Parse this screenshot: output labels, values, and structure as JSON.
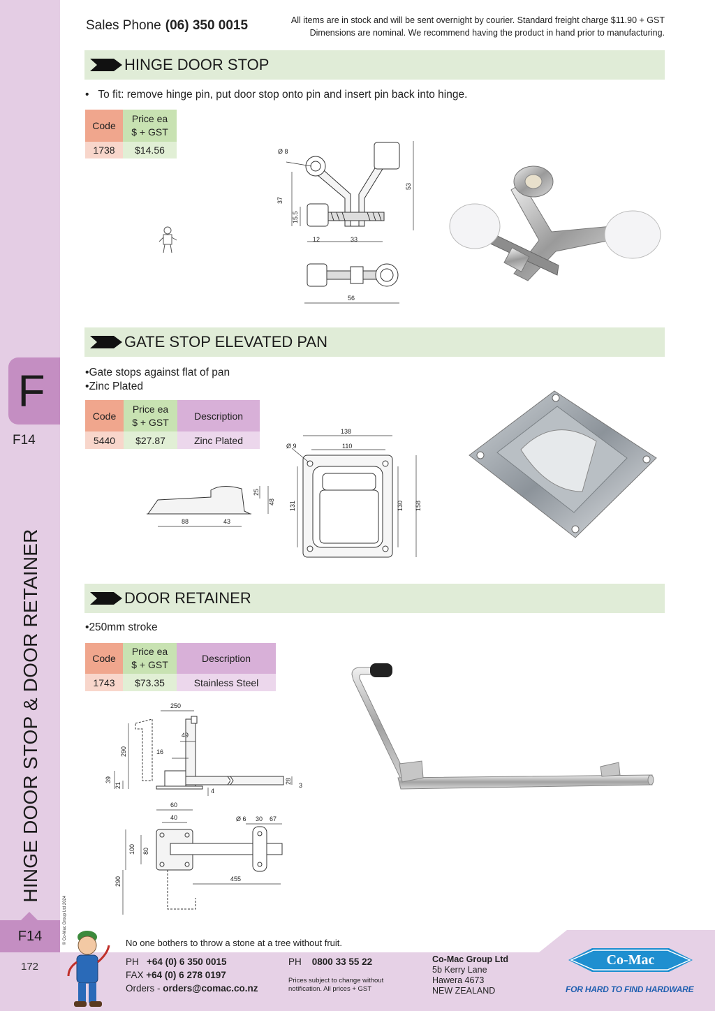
{
  "header": {
    "sales_label": "Sales Phone",
    "sales_phone": "(06) 350 0015",
    "notice_line1": "All items are in stock and will be sent overnight by courier. Standard freight charge $11.90 + GST",
    "notice_line2": "Dimensions are nominal. We recommend having the product in hand prior to manufacturing."
  },
  "sidebar": {
    "tab_letter": "F",
    "tab_code": "F14",
    "vertical_title": "HINGE DOOR STOP & DOOR RETAINER",
    "copyright": "© Co-Mac Group Ltd 2024",
    "badge_code": "F14",
    "page_number": "172"
  },
  "sections": [
    {
      "title": "HINGE DOOR STOP",
      "bullets": [
        "To fit: remove hinge pin, put door stop onto pin and insert pin back into hinge."
      ],
      "table": {
        "headers": [
          "Code",
          "Price ea",
          "$ + GST"
        ],
        "rows": [
          {
            "code": "1738",
            "price": "$14.56"
          }
        ]
      },
      "dims": {
        "hole": "Ø 8",
        "h37": "37",
        "h15": "15.5",
        "h53": "53",
        "w12": "12",
        "w33": "33",
        "w56": "56"
      }
    },
    {
      "title": "GATE STOP ELEVATED PAN",
      "bullets": [
        "Gate stops against flat of pan",
        "Zinc Plated"
      ],
      "table": {
        "headers": [
          "Code",
          "Price ea",
          "$ + GST",
          "Description"
        ],
        "rows": [
          {
            "code": "5440",
            "price": "$27.87",
            "description": "Zinc Plated"
          }
        ]
      },
      "dims": {
        "w138": "138",
        "w110": "110",
        "hole": "Ø 9",
        "h131": "131",
        "h130": "130",
        "h158": "158",
        "h25": "25",
        "h48": "48",
        "w88": "88",
        "w43": "43"
      }
    },
    {
      "title": "DOOR RETAINER",
      "bullets": [
        "250mm stroke"
      ],
      "table": {
        "headers": [
          "Code",
          "Price ea",
          "$ + GST",
          "Description"
        ],
        "rows": [
          {
            "code": "1743",
            "price": "$73.35",
            "description": "Stainless Steel"
          }
        ]
      },
      "dims": {
        "w250": "250",
        "w49": "49",
        "h290a": "290",
        "w16": "16",
        "h39": "39",
        "h21": "21",
        "h28": "28",
        "h3": "3",
        "h4": "4",
        "w60": "60",
        "w40": "40",
        "hole": "Ø 6",
        "w30": "30",
        "w67": "67",
        "h100": "100",
        "h80": "80",
        "h290b": "290",
        "w455": "455"
      }
    }
  ],
  "footer": {
    "quote": "No one bothers to throw a stone at a tree without fruit.",
    "ph_label": "PH",
    "ph": "+64 (0) 6 350 0015",
    "fax_label": "FAX",
    "fax": "+64 (0) 6 278 0197",
    "orders_label": "Orders -",
    "orders_email": "orders@comac.co.nz",
    "ph2_label": "PH",
    "ph2": "0800 33 55 22",
    "note_line1": "Prices subject to change without",
    "note_line2": "notification. All prices + GST",
    "company": "Co-Mac Group Ltd",
    "addr1": "5b Kerry Lane",
    "addr2": "Hawera 4673",
    "addr3": "NEW ZEALAND",
    "logo_text": "Co-Mac",
    "tagline": "FOR HARD TO FIND HARDWARE"
  },
  "colors": {
    "sidebar": "#e4cde4",
    "tab": "#c48ec2",
    "section_band": "#e0ecd7",
    "code_header": "#f0a68d",
    "price_header": "#c8e2b2",
    "desc_header": "#d8b0d8",
    "logo_blue": "#1f8fd0",
    "tagline_blue": "#1f5fb0"
  }
}
